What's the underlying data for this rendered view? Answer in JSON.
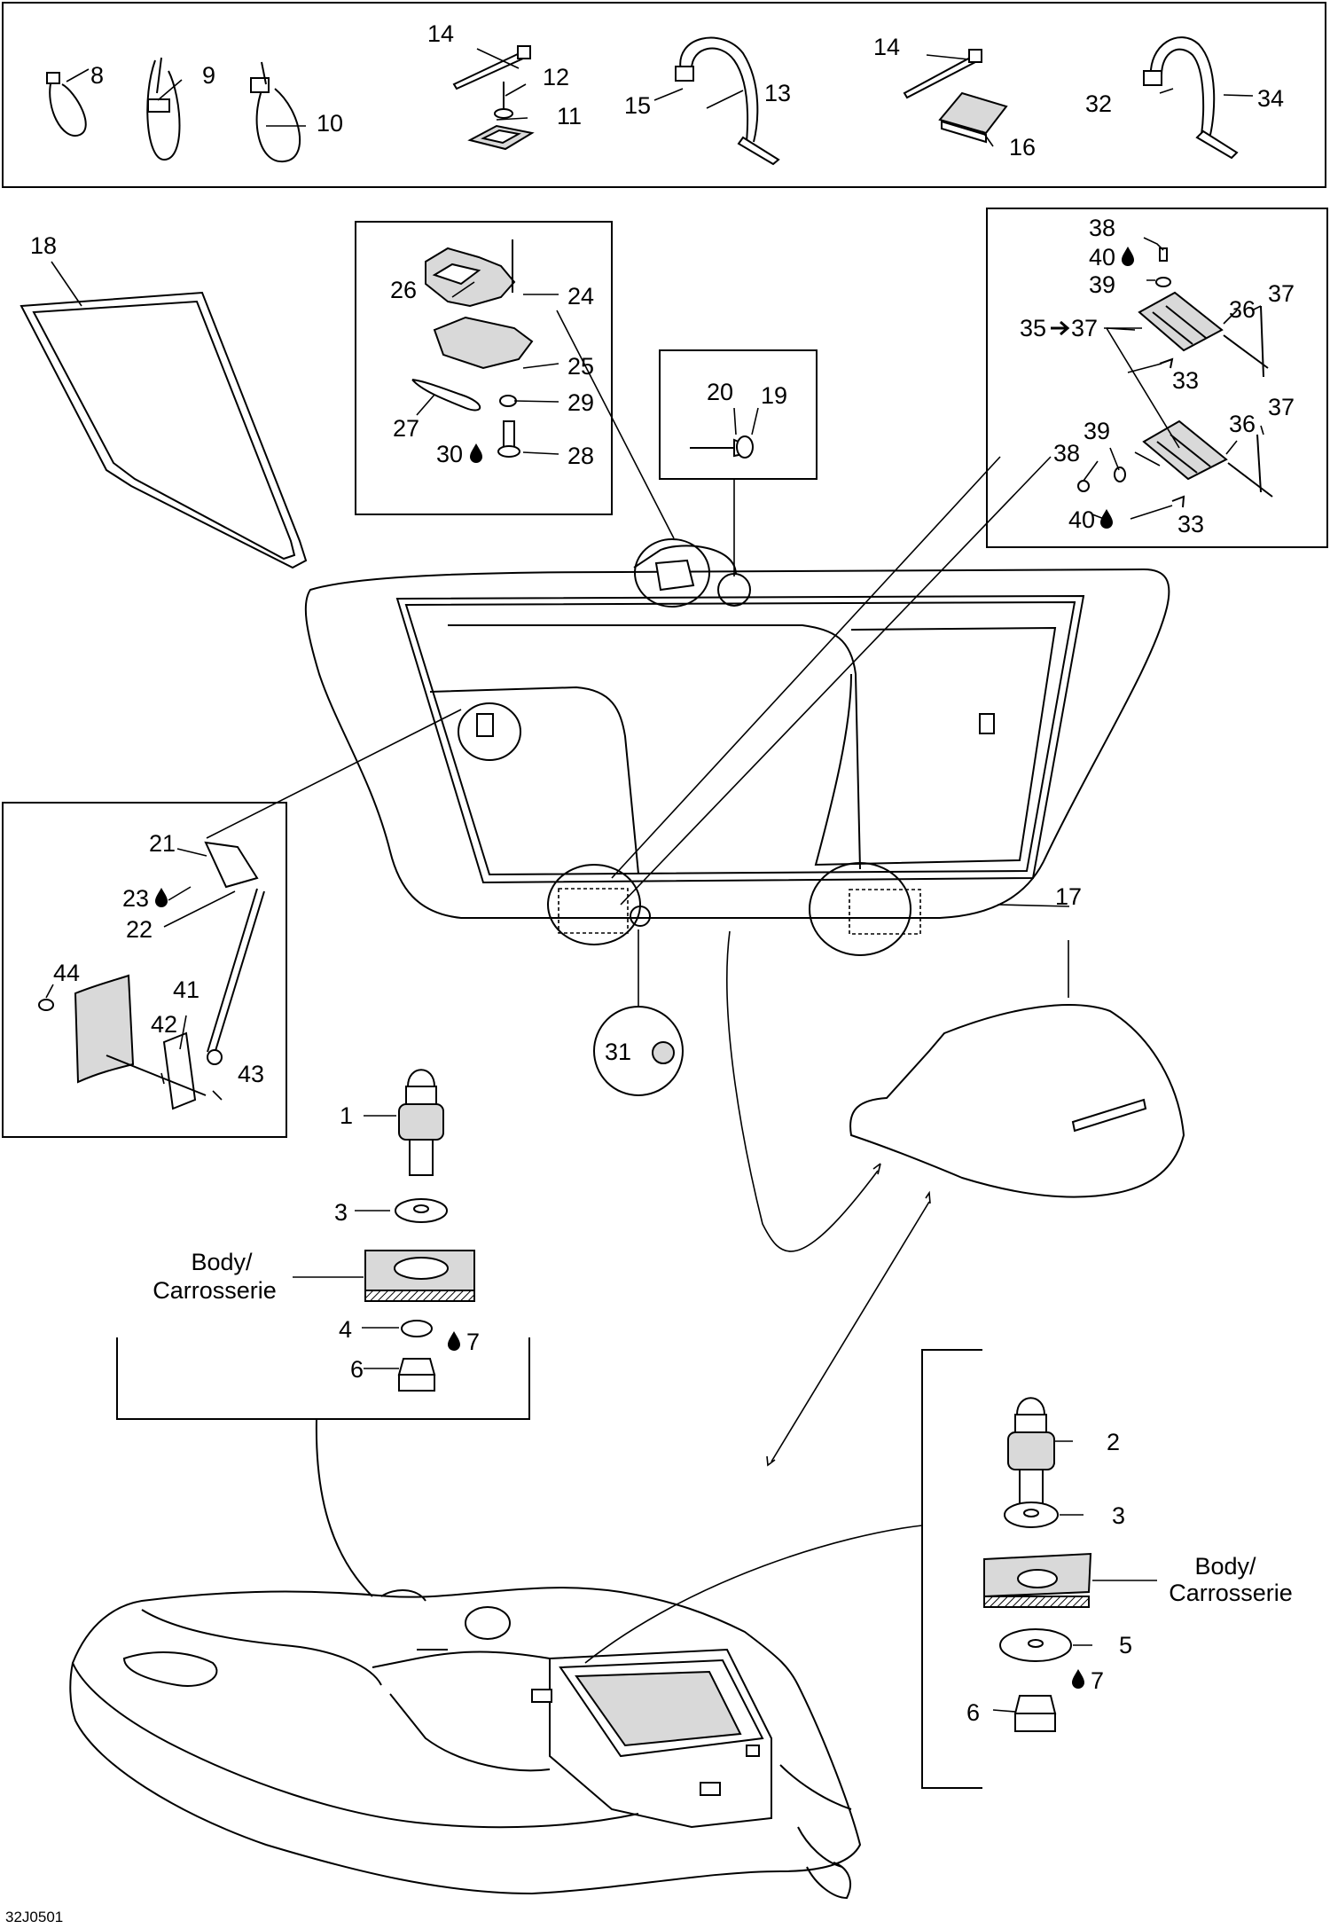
{
  "diagram_code": "32J0501",
  "labels": {
    "l1": "1",
    "l2": "2",
    "l3a": "3",
    "l3b": "3",
    "l4": "4",
    "l5": "5",
    "l6a": "6",
    "l6b": "6",
    "l7a": "7",
    "l7b": "7",
    "l8": "8",
    "l9": "9",
    "l10": "10",
    "l11": "11",
    "l12": "12",
    "l13": "13",
    "l14a": "14",
    "l14b": "14",
    "l15": "15",
    "l16": "16",
    "l17": "17",
    "l18": "18",
    "l19": "19",
    "l20": "20",
    "l21": "21",
    "l22": "22",
    "l23": "23",
    "l24": "24",
    "l25": "25",
    "l26": "26",
    "l27": "27",
    "l28": "28",
    "l29": "29",
    "l30": "30",
    "l31": "31",
    "l32": "32",
    "l33a": "33",
    "l33b": "33",
    "l34": "34",
    "l35": "35",
    "l37arrow": "37",
    "l36a": "36",
    "l36b": "36",
    "l37a": "37",
    "l37b": "37",
    "l38a": "38",
    "l38b": "38",
    "l39a": "39",
    "l39b": "39",
    "l40a": "40",
    "l40b": "40",
    "l41": "41",
    "l42": "42",
    "l43": "43",
    "l44": "44"
  },
  "body_label": {
    "line1": "Body/",
    "line2": "Carrosserie"
  }
}
